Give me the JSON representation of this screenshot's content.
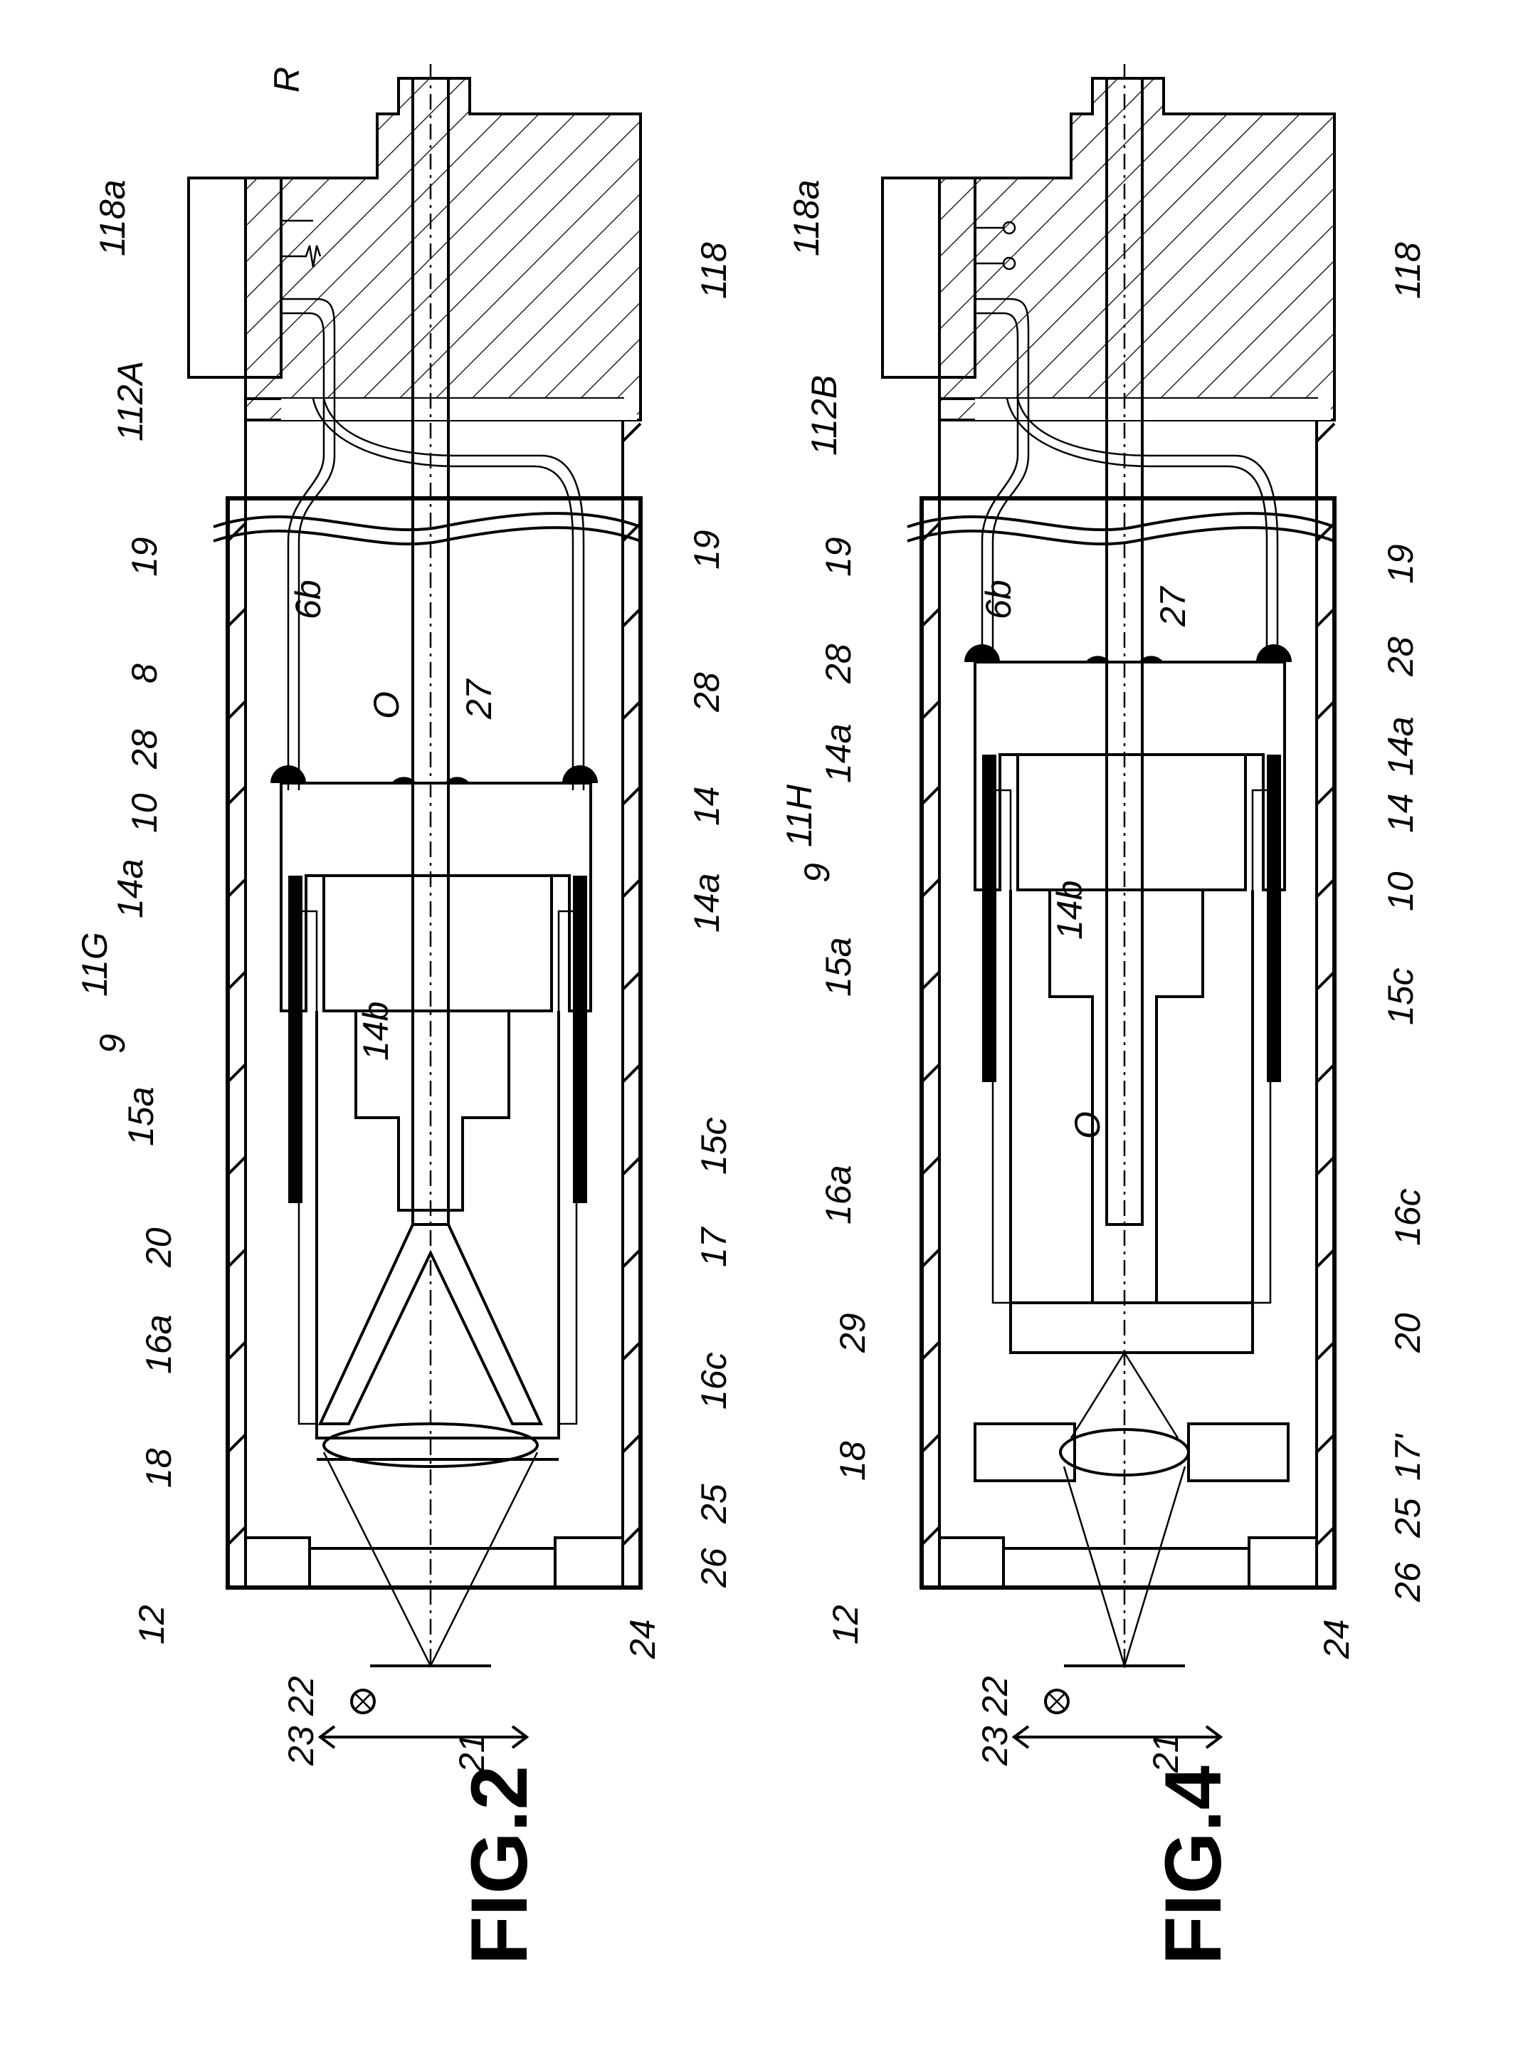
{
  "figures": [
    {
      "id": "fig2",
      "title": "FIG.2",
      "labels": [
        "R",
        "118a",
        "118",
        "112A",
        "19",
        "19",
        "6b",
        "8",
        "O",
        "27",
        "28",
        "28",
        "10",
        "14",
        "14a",
        "14a",
        "11G",
        "9",
        "14b",
        "15a",
        "15c",
        "20",
        "17",
        "16a",
        "16c",
        "18",
        "25",
        "26",
        "12",
        "22",
        "23",
        "24",
        "21"
      ]
    },
    {
      "id": "fig4",
      "title": "FIG.4",
      "labels": [
        "118a",
        "118",
        "112B",
        "19",
        "19",
        "6b",
        "27",
        "28",
        "28",
        "14a",
        "14a",
        "14",
        "11H",
        "9",
        "10",
        "14b",
        "15a",
        "15c",
        "O",
        "16a",
        "16c",
        "29",
        "20",
        "18",
        "17'",
        "25",
        "26",
        "12",
        "22",
        "23",
        "24",
        "21"
      ]
    }
  ]
}
